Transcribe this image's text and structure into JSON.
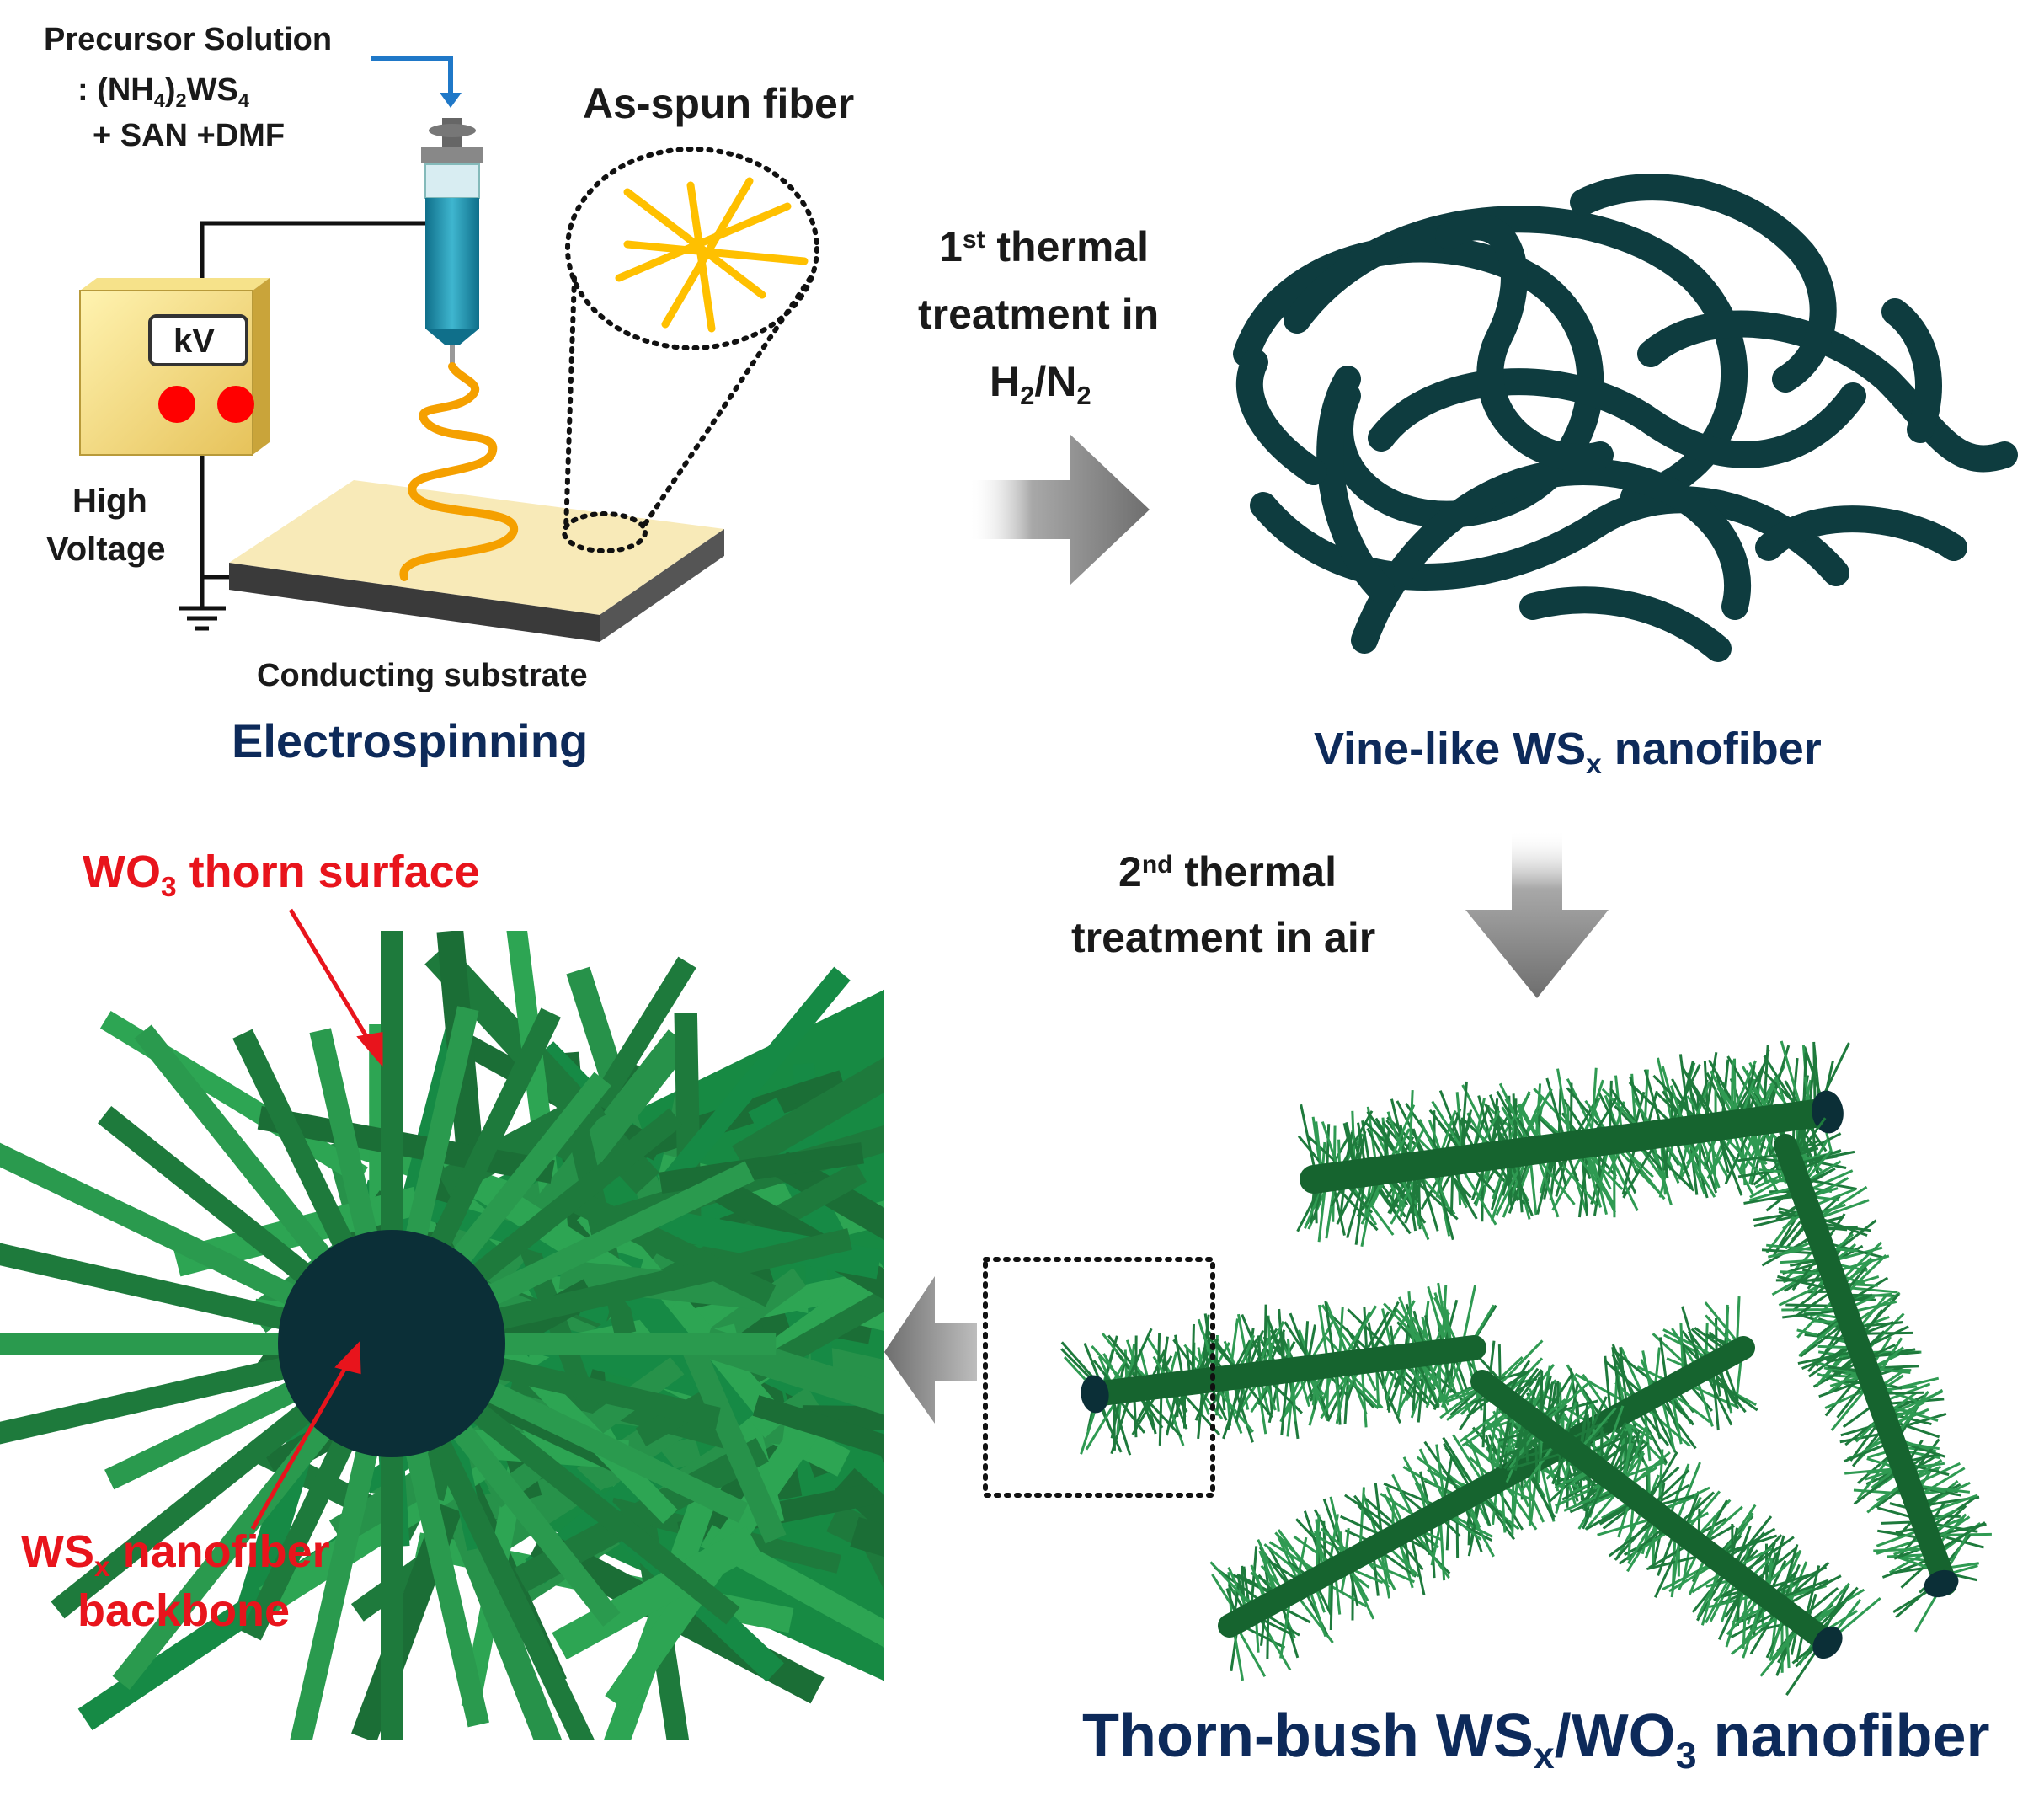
{
  "electrospinning": {
    "precursor_title": "Precursor Solution",
    "precursor_line1": ": (NH",
    "precursor_sub1": "4",
    "precursor_line1b": ")",
    "precursor_sub2": "2",
    "precursor_line1c": "WS",
    "precursor_sub3": "4",
    "precursor_line2": "+ SAN +DMF",
    "as_spun": "As-spun fiber",
    "kv": "kV",
    "high": "High",
    "voltage": "Voltage",
    "substrate": "Conducting substrate",
    "title": "Electrospinning"
  },
  "step1": {
    "num": "1",
    "sup": "st",
    "line1": " thermal",
    "line2": "treatment in",
    "gas_h": "H",
    "gas_sub1": "2",
    "gas_mid": "/N",
    "gas_sub2": "2"
  },
  "vine": {
    "title_a": "Vine-like WS",
    "title_sub": "x",
    "title_b": " nanofiber"
  },
  "step2": {
    "num": "2",
    "sup": "nd",
    "line1": " thermal",
    "line2": "treatment in air"
  },
  "thorn": {
    "title_a": "Thorn-bush WS",
    "title_sub1": "x",
    "title_mid": "/WO",
    "title_sub2": "3",
    "title_b": " nanofiber"
  },
  "zoom": {
    "surface_a": "WO",
    "surface_sub": "3",
    "surface_b": " thorn surface",
    "backbone_a": "WS",
    "backbone_sub": "x",
    "backbone_b": " nanofiber",
    "backbone_c": "backbone"
  },
  "colors": {
    "navy": "#0d2a5a",
    "red": "#e8141c",
    "fiber_dark": "#0e3c3f",
    "thorn_green": "#1e7a3c",
    "spin_orange": "#f5a000",
    "arrow_gray": "#7a7a7a"
  }
}
